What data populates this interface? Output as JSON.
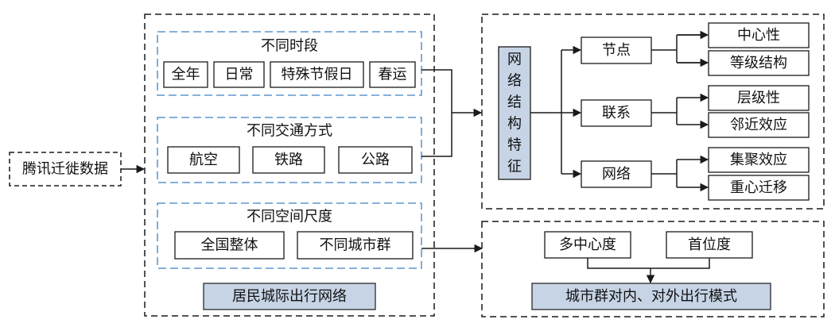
{
  "colors": {
    "line": "#1a1a1a",
    "dash_blue": "#3b82c4",
    "fill_blue": "#c7d4e6",
    "text": "#111111"
  },
  "source": {
    "label": "腾讯迁徙数据"
  },
  "left_panel": {
    "time_group": {
      "title": "不同时段",
      "items": [
        "全年",
        "日常",
        "特殊节假日",
        "春运"
      ]
    },
    "transport_group": {
      "title": "不同交通方式",
      "items": [
        "航空",
        "铁路",
        "公路"
      ]
    },
    "scale_group": {
      "title": "不同空间尺度",
      "items": [
        "全国整体",
        "不同城市群"
      ]
    },
    "network_label": "居民城际出行网络"
  },
  "right_top": {
    "center_label": [
      "网",
      "络",
      "结",
      "构",
      "特",
      "征"
    ],
    "branches": [
      {
        "label": "节点",
        "leaves": [
          "中心性",
          "等级结构"
        ]
      },
      {
        "label": "联系",
        "leaves": [
          "层级性",
          "邻近效应"
        ]
      },
      {
        "label": "网络",
        "leaves": [
          "集聚效应",
          "重心迁移"
        ]
      }
    ]
  },
  "right_bottom": {
    "inputs": [
      "多中心度",
      "首位度"
    ],
    "output": "城市群对内、对外出行模式"
  }
}
